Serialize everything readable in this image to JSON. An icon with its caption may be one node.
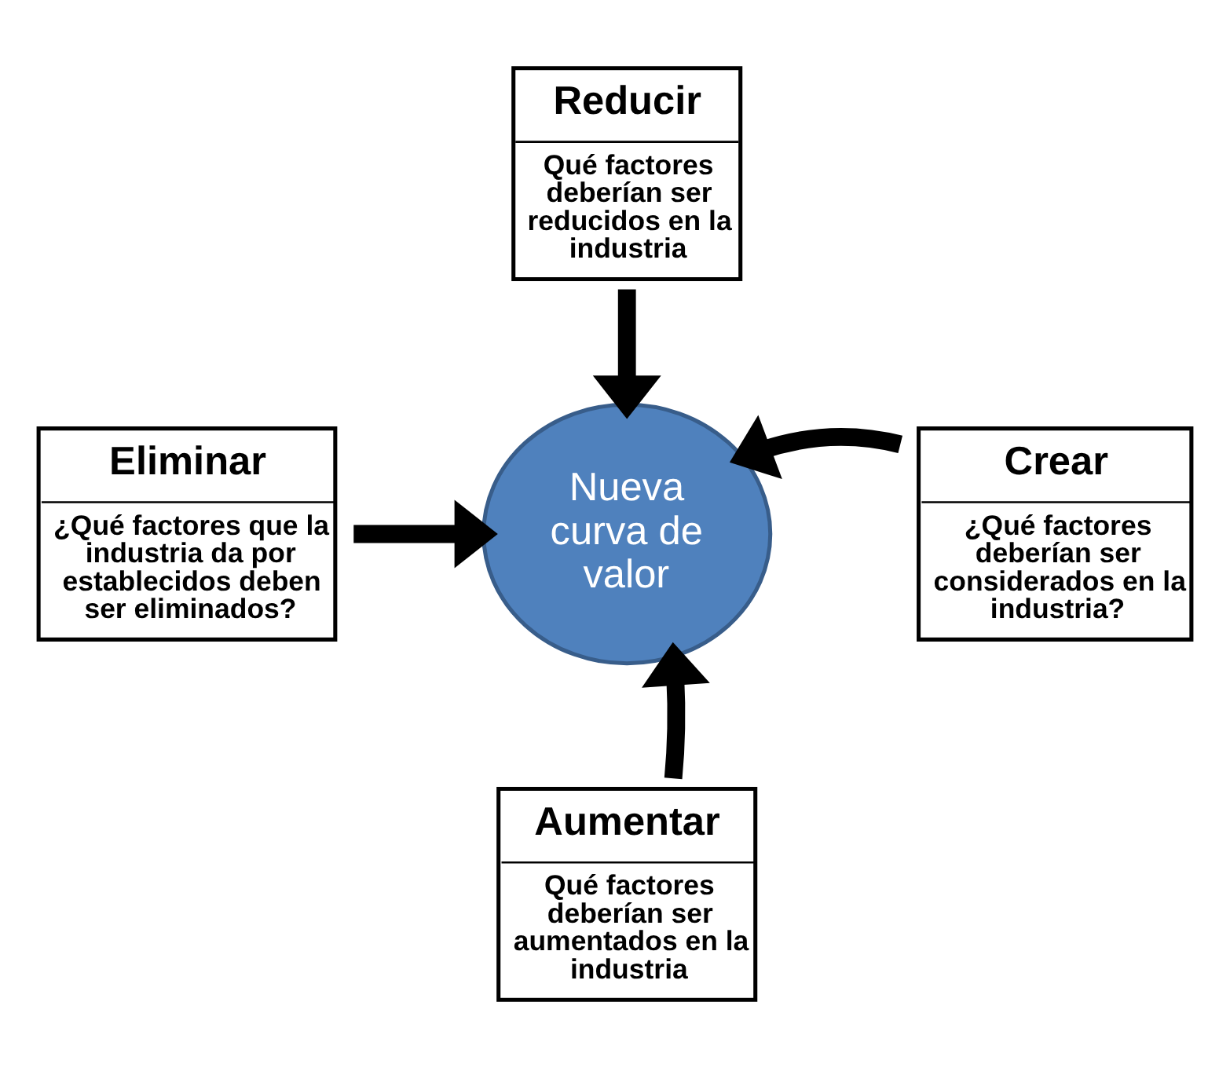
{
  "diagram": {
    "nodes": [
      {
        "text": [
          "Nueva curva de valor"
        ]
      },
      {
        "text": [
          "Reducir",
          "Qué factores deberían ser reducidos en la industria"
        ]
      },
      {
        "text": [
          "Eliminar",
          "¿Qué factores que la industria da por establecidos deben ser eliminados?"
        ]
      },
      {
        "text": [
          "Crear",
          "¿Qué factores deberían ser considerados en la industria?"
        ]
      },
      {
        "text": [
          "Aumentar",
          "Qué factores deberían ser aumentados en la industria"
        ]
      }
    ],
    "edges": [
      {
        "from": 1,
        "to": 0,
        "arrow": "to"
      },
      {
        "from": 2,
        "to": 0,
        "arrow": "to"
      },
      {
        "from": 3,
        "to": 0,
        "arrow": "to"
      },
      {
        "from": 4,
        "to": 0,
        "arrow": "to"
      }
    ]
  }
}
